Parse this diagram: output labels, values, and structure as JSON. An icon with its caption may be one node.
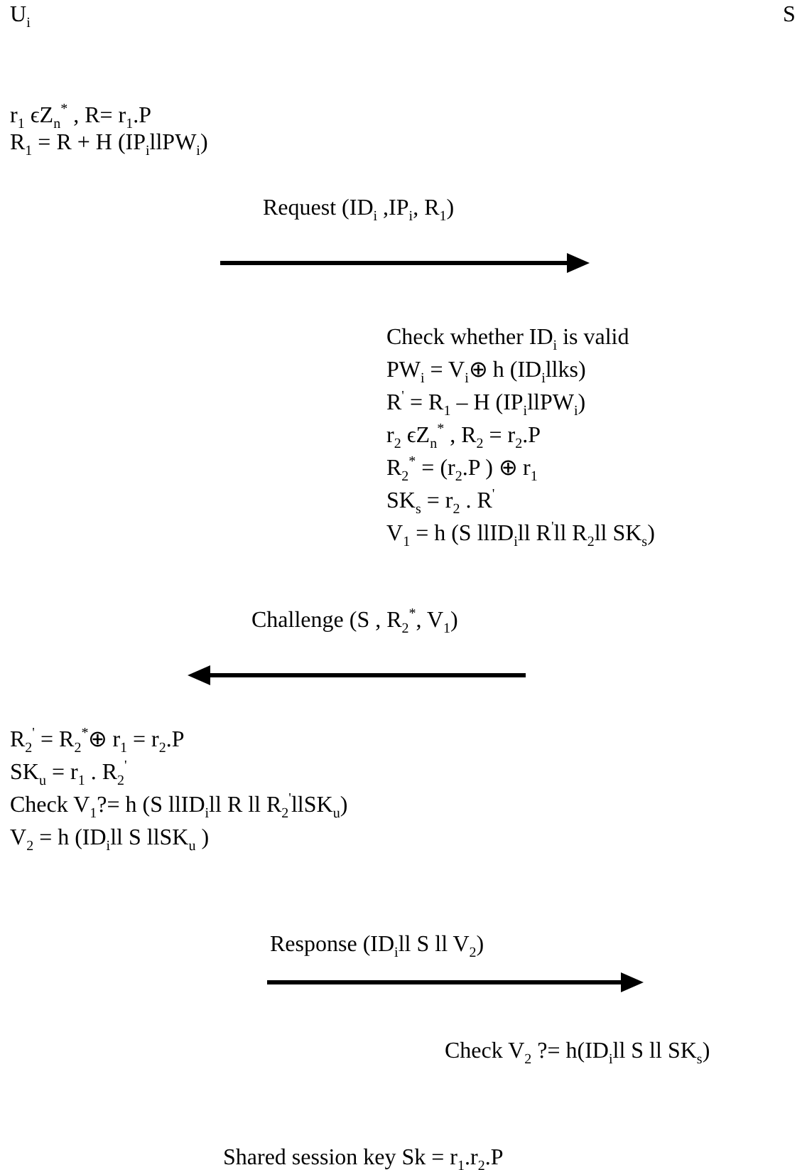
{
  "diagram": {
    "labels": [
      "U$_{i}$",
      "S",
      "r$_{1}$ ϵZ$_{n}$$^{*}$ , R= r$_{1}$.P",
      "R$_{1}$ = R + H (IP$_{i}$llPW$_{i}$)",
      "Request (ID$_{i}$ ,IP$_{i}$, R$_{1}$)",
      "Check whether ID$_{i}$ is valid",
      "PW$_{i}$ = V$_{i}$⊕ h (ID$_{i}$llks)",
      "R$^{'}$ = R$_{1}$ – H (IP$_{i}$llPW$_{i}$)",
      "r$_{2}$ ϵZ$_{n}$$^{*}$ , R$_{2}$ = r$_{2}$.P",
      "R$_{2}$$^{*}$ = (r$_{2}$.P ) ⊕ r$_{1}$",
      "SK$_{s}$ = r$_{2}$ . R$^{'}$",
      "V$_{1}$ = h (S llID$_{i}$ll R$^{'}$ll R$_{2}$ll SK$_{s}$)",
      "Challenge (S , R$_{2}$$^{*}$, V$_{1}$)",
      "R$_{2}$$^{'}$ = R$_{2}$$^{*}$⊕ r$_{1}$ = r$_{2}$.P",
      "SK$_{u}$ = r$_{1}$ . R$_{2}$$^{'}$",
      "Check V$_{1}$?= h (S llID$_{i}$ll R ll R$_{2}$$^{'}$llSK$_{u}$)",
      "V$_{2}$ = h (ID$_{i}$ll S llSK$_{u}$ )",
      "Response (ID$_{i}$ll S ll V$_{2}$)",
      "Check V$_{2}$ ?= h(ID$_{i}$ll S ll SK$_{s}$)",
      "Shared session key Sk = r$_{1}$.r$_{2}$.P"
    ]
  }
}
